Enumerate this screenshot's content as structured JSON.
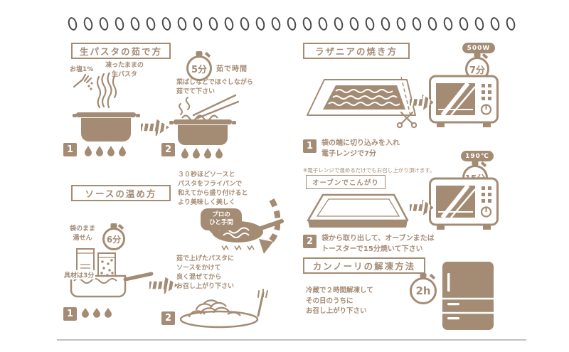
{
  "colors": {
    "ink": "#a48b74",
    "ring": "#4a4a4a"
  },
  "steps": {
    "one": "1",
    "two": "2"
  },
  "boil": {
    "title": "生パスタの茹で方",
    "salt_label": "お塩1%",
    "frozen_label": "凍ったままの\n生パスタ",
    "timer_value": "5分",
    "timer_label": "茹で時間",
    "note": "菜ばしなどでほぐしながら\n茹でて下さい"
  },
  "sauce": {
    "title": "ソースの温め方",
    "bag_label": "袋のまま\n湯せん",
    "timer_value": "6分",
    "ingredients_label": "具材は3分",
    "pro_note": "３０秒ほどソースと\nパスタをフライパンで\n和えてから盛り付けると\nより美味しく美しく",
    "pro_bubble": "プロの\nひと手間",
    "serve_note": "茹で上げたパスタに\nソースをかけて\n良く混ぜてから\nお召し上がり下さい"
  },
  "lasagna": {
    "title": "ラザニアの焼き方",
    "microwave_watt": "500W",
    "microwave_time": "7分",
    "step1_text": "袋の端に切り込みを入れ\n電子レンジで7分",
    "step1_note": "※電子レンジで温めるだけでもお召し上がり頂けます。",
    "oven_temp": "190℃",
    "oven_time": "15分",
    "oven_label": "オーブンでこんがり",
    "step2_text": "袋から取り出して、オーブンまたは\nトースターで15分焼いて下さい"
  },
  "cannoli": {
    "title": "カンノーリの解凍方法",
    "timer_value": "2h",
    "note": "冷蔵で２時間解凍して\nその日のうちに\nお召し上がり下さい"
  }
}
